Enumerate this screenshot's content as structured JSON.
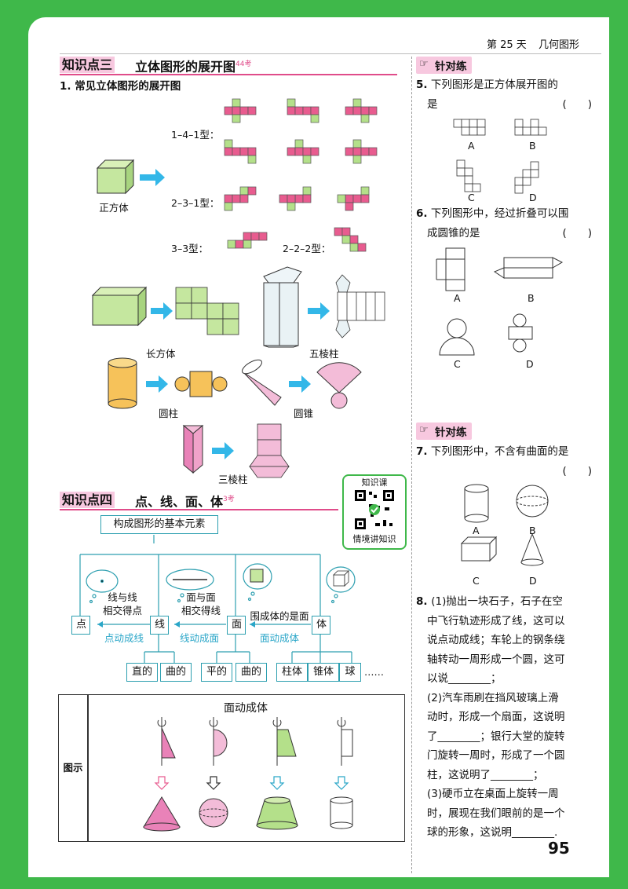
{
  "header": {
    "day": "第 25 天",
    "topic": "几何图形"
  },
  "kp3": {
    "label": "知识点三",
    "title": "立体图形的展开图",
    "sup": "44考"
  },
  "section1": {
    "num": "1.",
    "title": "常见立体图形的展开图"
  },
  "cube": {
    "name": "正方体",
    "types": [
      "1–4–1型：",
      "2–3–1型：",
      "3–3型：",
      "2–2–2型："
    ]
  },
  "solids": {
    "cuboid": "长方体",
    "pentaprism": "五棱柱",
    "cylinder": "圆柱",
    "cone": "圆锥",
    "triprism": "三棱柱"
  },
  "kp4": {
    "label": "知识点四",
    "title": "点、线、面、体",
    "sup": "3考"
  },
  "qr": {
    "top": "知识课",
    "bottom": "情境讲知识"
  },
  "tree": {
    "root": "构成图形的基本元素",
    "nodes": [
      "点",
      "线",
      "面",
      "体"
    ],
    "rel1": [
      "线与线",
      "相交得点"
    ],
    "rel2": [
      "面与面",
      "相交得线"
    ],
    "rel3": "围成体的是面",
    "motion": [
      "点动成线",
      "线动成面",
      "面动成体"
    ],
    "leaves": [
      "直的",
      "曲的",
      "平的",
      "曲的",
      "柱体",
      "锥体",
      "球",
      "……"
    ]
  },
  "table": {
    "head": "图示",
    "title": "面动成体"
  },
  "practice1": {
    "tag": "针对练"
  },
  "q5": {
    "num": "5.",
    "text": [
      "下列图形是正方体展开图的",
      "是"
    ],
    "paren": "(　　)",
    "options": [
      "A",
      "B",
      "C",
      "D"
    ]
  },
  "q6": {
    "num": "6.",
    "text": [
      "下列图形中，经过折叠可以围",
      "成圆锥的是"
    ],
    "paren": "(　　)",
    "options": [
      "A",
      "B",
      "C",
      "D"
    ]
  },
  "practice2": {
    "tag": "针对练"
  },
  "q7": {
    "num": "7.",
    "text": "下列图形中，不含有曲面的是",
    "paren": "(　　)",
    "options": [
      "A",
      "B",
      "C",
      "D"
    ]
  },
  "q8": {
    "num": "8.",
    "lines": [
      "(1)抛出一块石子，石子在空",
      "中飞行轨迹形成了线，这可以",
      "说点动成线；车轮上的钢条绕",
      "轴转动一周形成一个圆，这可",
      "以说________；",
      "(2)汽车雨刷在挡风玻璃上滑",
      "动时，形成一个扇面，这说明",
      "了________；银行大堂的旋转",
      "门旋转一周时，形成了一个圆",
      "柱，这说明了________；",
      "(3)硬币立在桌面上旋转一周",
      "时，展现在我们眼前的是一个",
      "球的形象，这说明________."
    ]
  },
  "page_number": "95",
  "colors": {
    "green": "#3fb84a",
    "pink": "#f7c8df",
    "net": "#e85c8f",
    "net_light": "#b4e08a",
    "arrow": "#33b7e8"
  }
}
